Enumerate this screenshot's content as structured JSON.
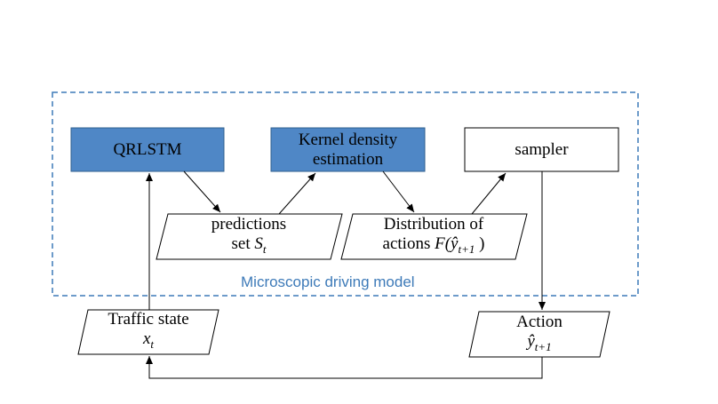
{
  "diagram": {
    "group_caption": "Microscopic driving model",
    "nodes": {
      "qrlstm": {
        "line1": "QRLSTM"
      },
      "kde": {
        "line1": "Kernel density",
        "line2": "estimation"
      },
      "sampler": {
        "line1": "sampler"
      },
      "predictions": {
        "line1": "predictions",
        "line2_text": "set ",
        "line2_math": "S",
        "line2_sub": "t"
      },
      "distribution": {
        "line1": "Distribution of",
        "line2_text": "actions ",
        "line2_math": "F(",
        "line2_hat": "ŷ",
        "line2_sub": "t+1",
        "line2_close": " )"
      },
      "traffic_state": {
        "line1": "Traffic state",
        "line2_math": "x",
        "line2_sub": "t"
      },
      "action": {
        "line1": "Action",
        "line2_hat": "ŷ",
        "line2_sub": "t+1"
      }
    },
    "colors": {
      "filled_box": "#4f87c6",
      "box_border": "#2f5f8f",
      "dashed_border": "#3d7ab8",
      "caption": "#3d7ab8",
      "edge": "#000000"
    }
  }
}
